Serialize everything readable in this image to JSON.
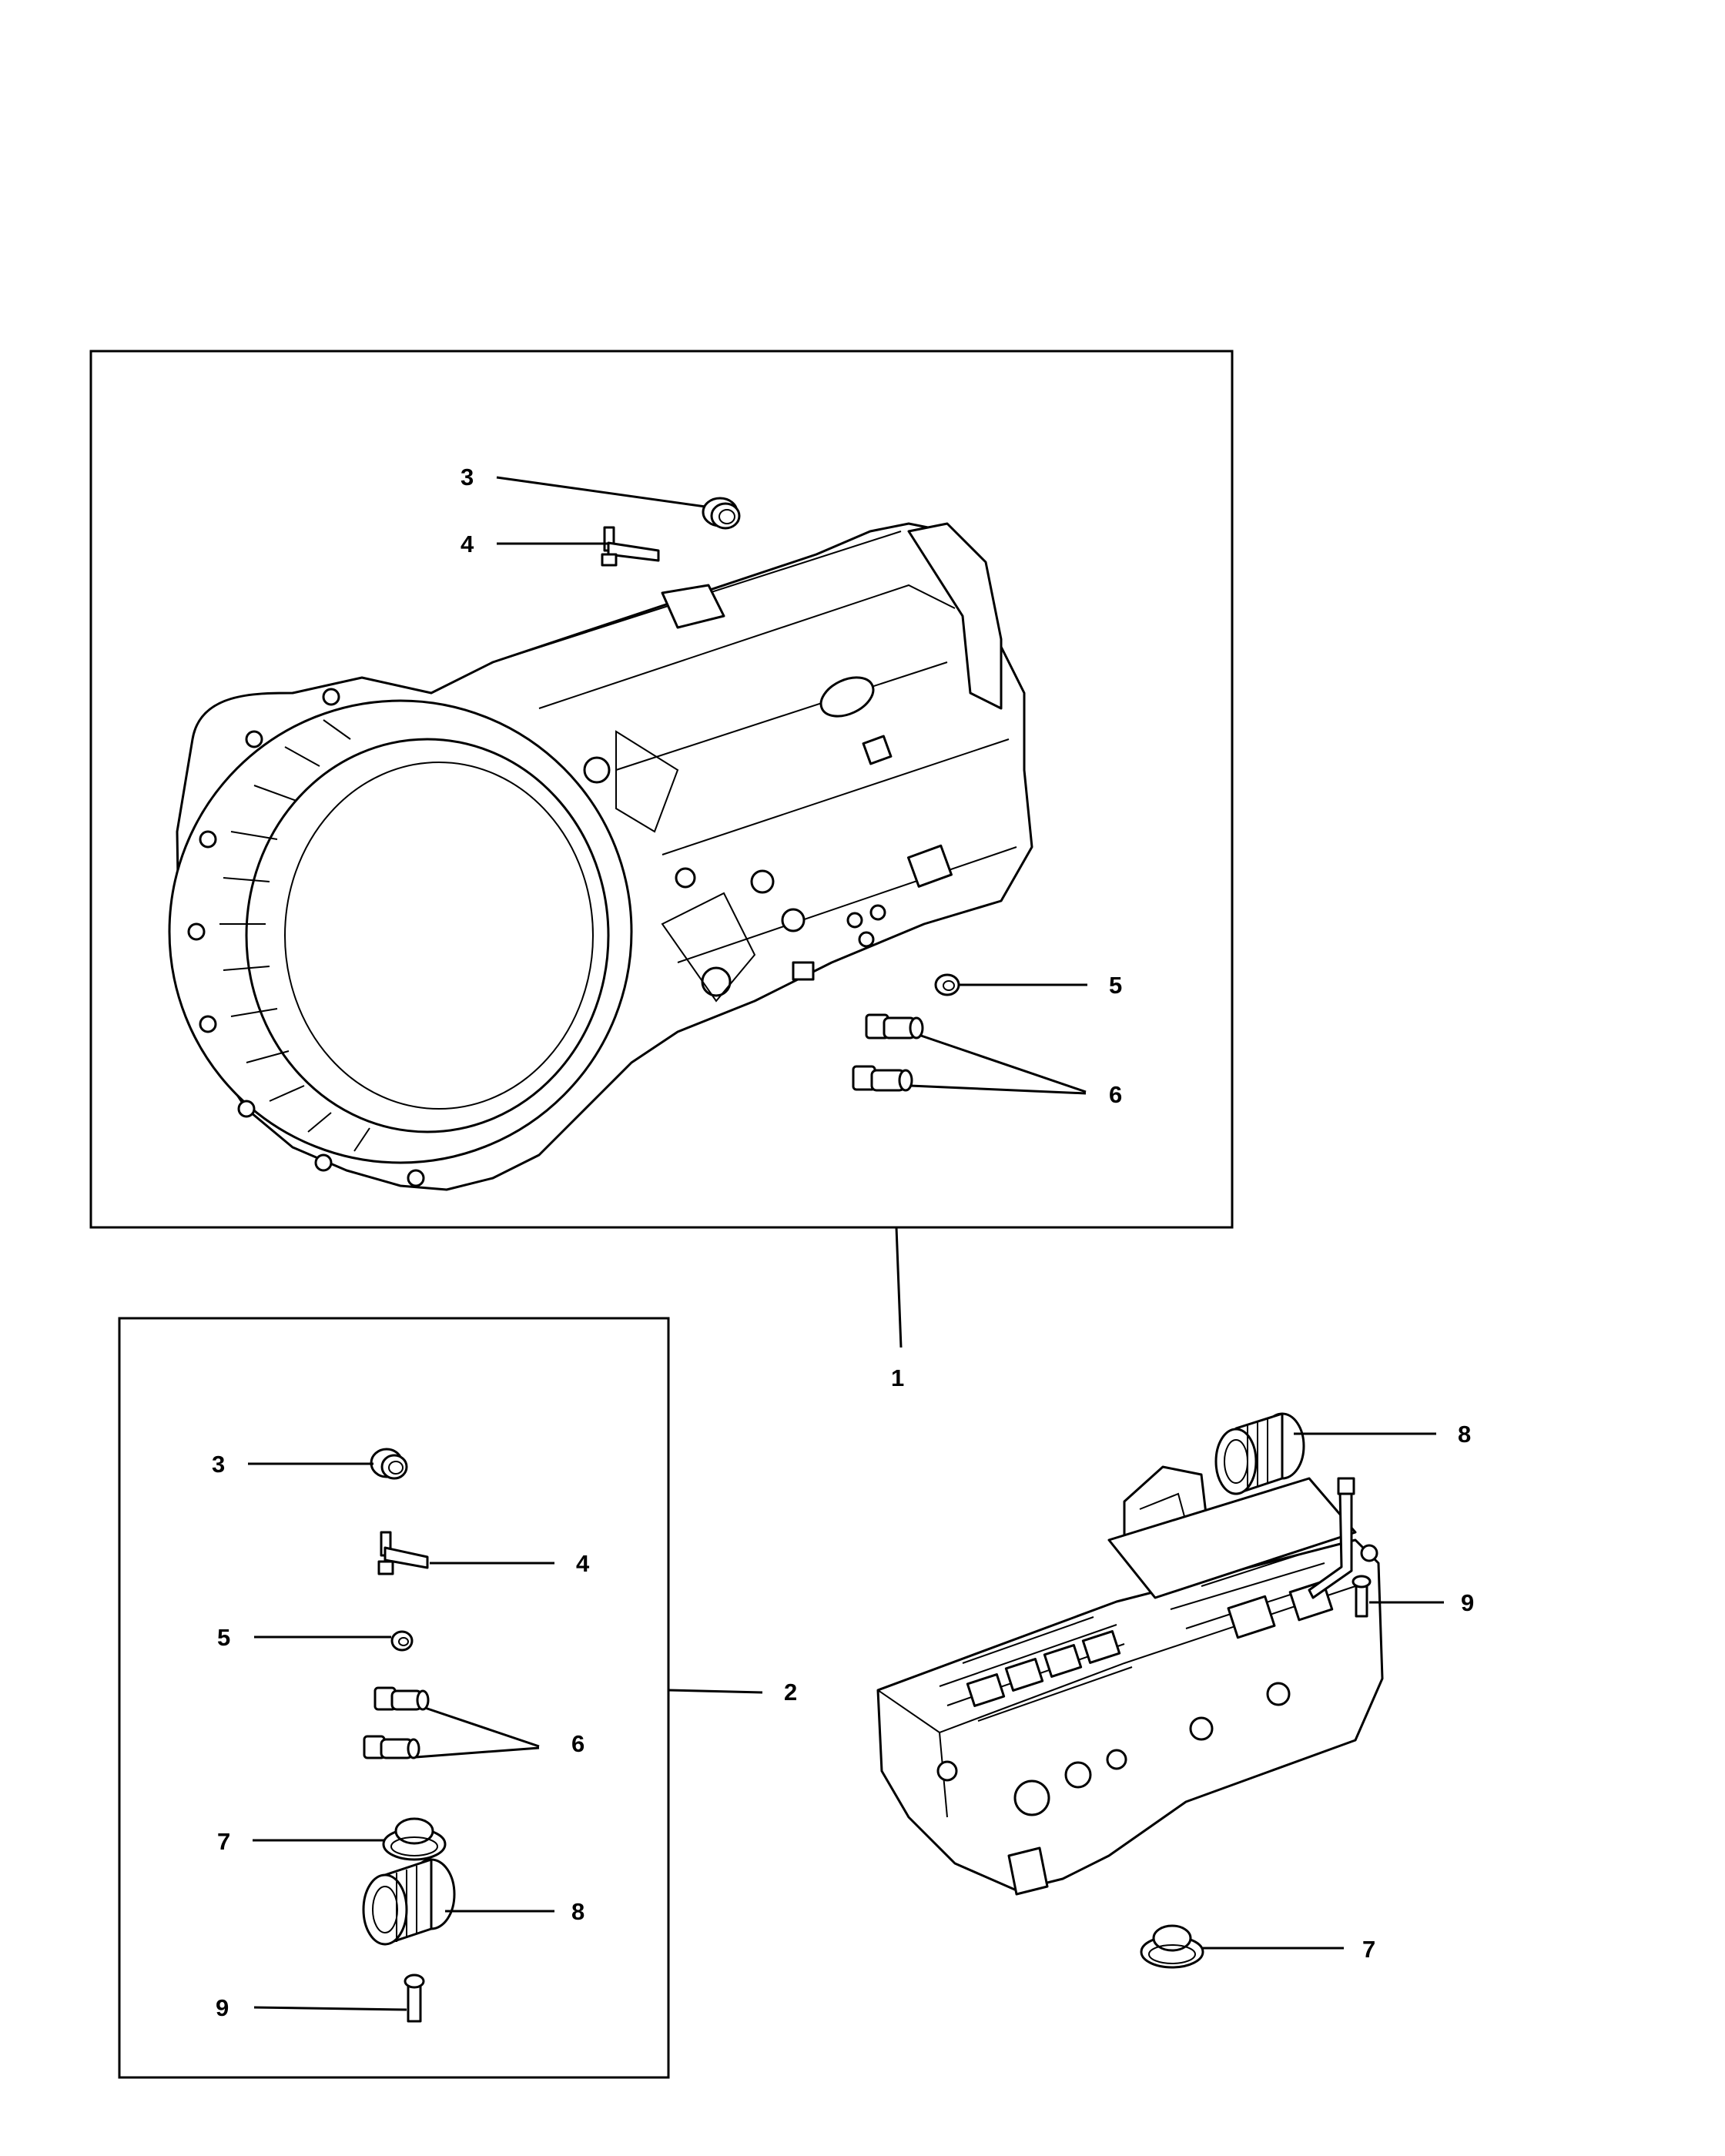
{
  "callouts": {
    "transmission_assembly": "1",
    "service_package": "2",
    "plug_top": "3",
    "vent_top": "4",
    "plug_small_top": "5",
    "fittings_top": "6",
    "seal_valve_body": "7",
    "connector_valve_body": "8",
    "bolt_valve_body": "9",
    "plug_kit": "3",
    "vent_kit": "4",
    "plug_small_kit": "5",
    "fittings_kit": "6",
    "seal_kit": "7",
    "connector_kit": "8",
    "bolt_kit": "9"
  }
}
